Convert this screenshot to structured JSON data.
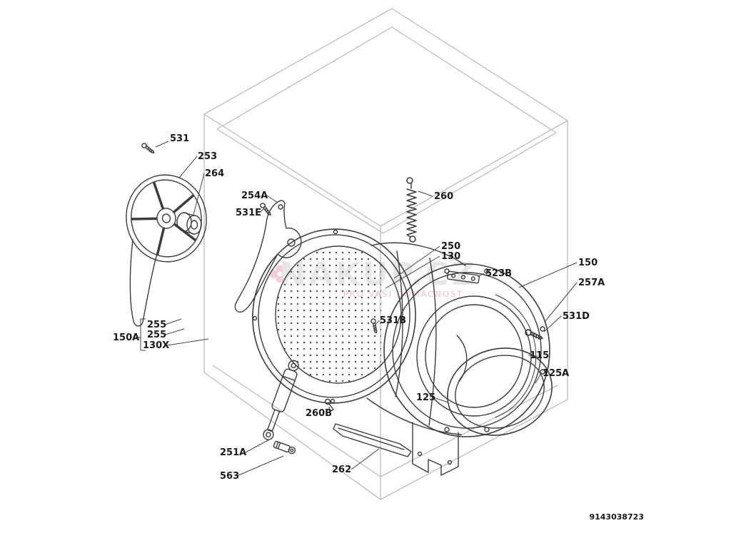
{
  "page": {
    "background": "#ffffff",
    "part_line_color": "#3c3c3c",
    "cabinet_line_color": "#bcbcbc",
    "label_color": "#1a1a1a"
  },
  "doc_number": "9143038723",
  "watermark": {
    "main": "NAKUP.CZ",
    "tagline": "PRO VAŠI DOMÁCNOST",
    "main_color": "#d2d2d2",
    "accent_color": "#e38aa8"
  },
  "labels": [
    {
      "text": "531"
    },
    {
      "text": "253"
    },
    {
      "text": "264"
    },
    {
      "text": "254A"
    },
    {
      "text": "531E"
    },
    {
      "text": "260"
    },
    {
      "text": "250"
    },
    {
      "text": "130"
    },
    {
      "text": "523B"
    },
    {
      "text": "150"
    },
    {
      "text": "257A"
    },
    {
      "text": "531D"
    },
    {
      "text": "115"
    },
    {
      "text": "125A"
    },
    {
      "text": "125"
    },
    {
      "text": "531B"
    },
    {
      "text": "255"
    },
    {
      "text": "255"
    },
    {
      "text": "130X"
    },
    {
      "text": "150A"
    },
    {
      "text": "260B"
    },
    {
      "text": "251A"
    },
    {
      "text": "563"
    },
    {
      "text": "262"
    }
  ]
}
